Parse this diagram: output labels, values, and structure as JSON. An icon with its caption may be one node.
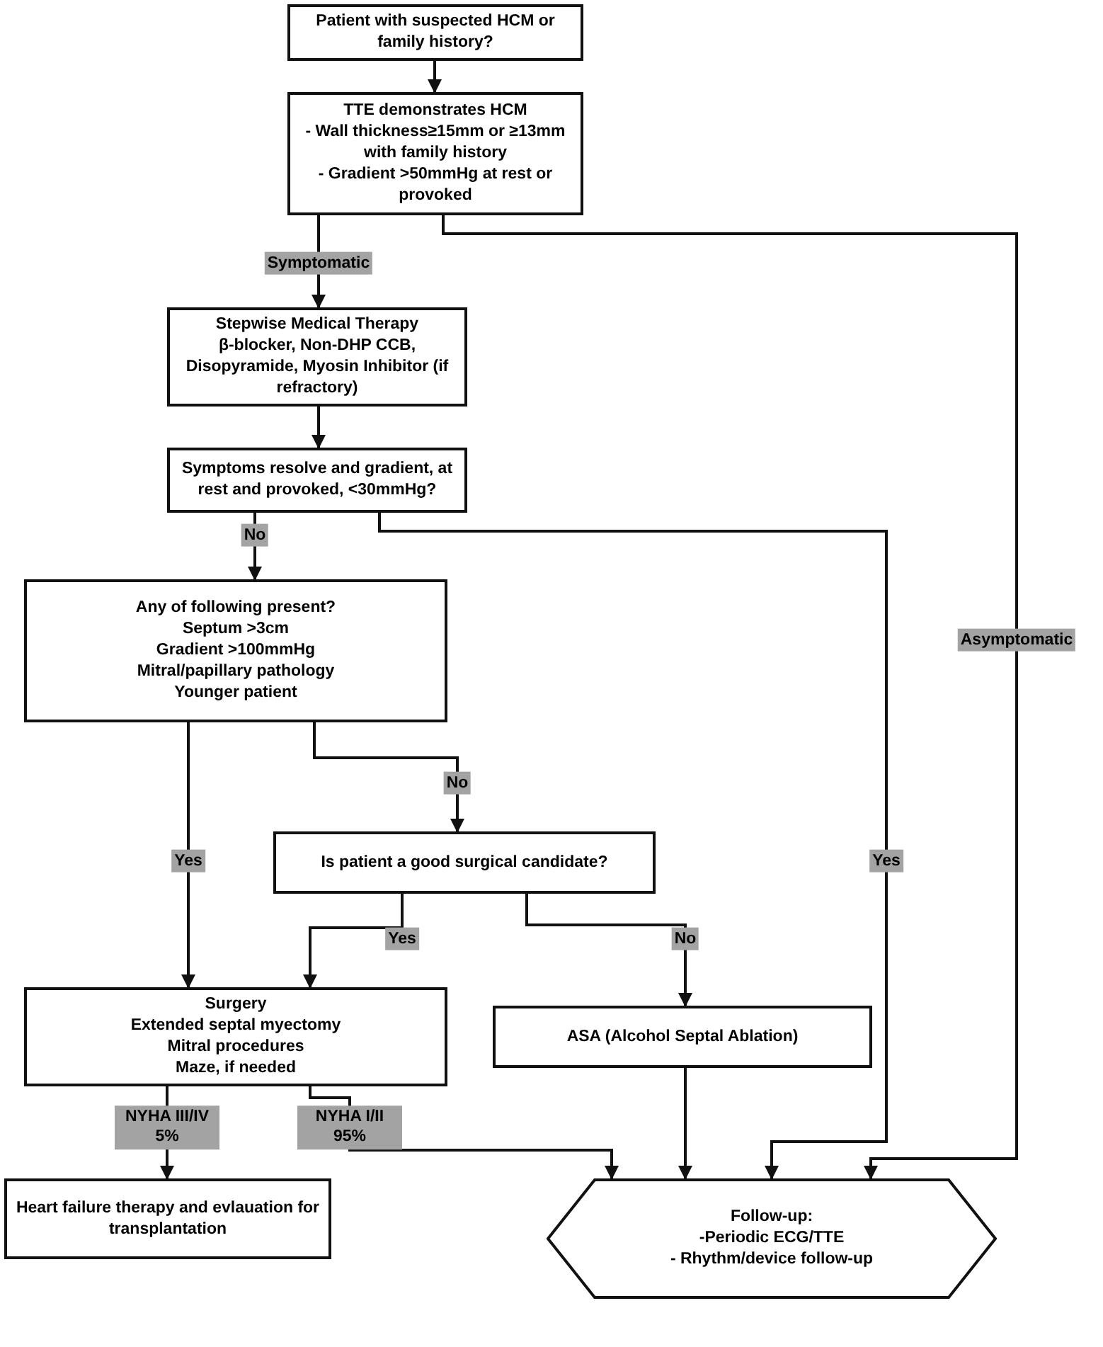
{
  "diagram": {
    "nodes": [
      {
        "text": [
          "Patient with suspected HCM or family history?"
        ]
      },
      {
        "text": [
          "TTE demonstrates HCM",
          "- Wall thickness≥15mm or ≥13mm with family history",
          "- Gradient >50mmHg at rest or provoked"
        ]
      },
      {
        "text": [
          "Stepwise Medical Therapy",
          "β-blocker, Non-DHP CCB, Disopyramide, Myosin Inhibitor (if refractory)"
        ]
      },
      {
        "text": [
          "Symptoms resolve and gradient, at rest and provoked, <30mmHg?"
        ]
      },
      {
        "text": [
          "Any of following present?",
          "Septum >3cm",
          "Gradient >100mmHg",
          "Mitral/papillary pathology",
          "Younger patient"
        ]
      },
      {
        "text": [
          "Is patient a good surgical candidate?"
        ]
      },
      {
        "text": [
          "Surgery",
          "Extended septal myectomy",
          "Mitral procedures",
          "Maze, if needed"
        ]
      },
      {
        "text": [
          "ASA (Alcohol Septal Ablation)"
        ]
      },
      {
        "text": [
          "Heart failure therapy and evlauation for transplantation"
        ]
      },
      {
        "text": [
          "Follow-up:",
          "-Periodic ECG/TTE",
          "- Rhythm/device follow-up"
        ]
      }
    ],
    "edges": [
      {
        "from": 0,
        "to": 1,
        "arrow": "to"
      },
      {
        "from": 1,
        "to": 2,
        "arrow": "to",
        "label": "Symptomatic"
      },
      {
        "from": 1,
        "to": 9,
        "arrow": "to",
        "label": "Asymptomatic"
      },
      {
        "from": 2,
        "to": 3,
        "arrow": "to"
      },
      {
        "from": 3,
        "to": 4,
        "arrow": "to",
        "label": "No"
      },
      {
        "from": 3,
        "to": 9,
        "arrow": "to",
        "label": "Yes"
      },
      {
        "from": 4,
        "to": 6,
        "arrow": "to",
        "label": "Yes"
      },
      {
        "from": 4,
        "to": 5,
        "arrow": "to",
        "label": "No"
      },
      {
        "from": 5,
        "to": 6,
        "arrow": "to",
        "label": "Yes"
      },
      {
        "from": 5,
        "to": 7,
        "arrow": "to",
        "label": "No"
      },
      {
        "from": 6,
        "to": 8,
        "arrow": "to",
        "label": "NYHA III/IV 5%"
      },
      {
        "from": 6,
        "to": 9,
        "arrow": "to",
        "label": "NYHA I/II 95%"
      },
      {
        "from": 7,
        "to": 9,
        "arrow": "to"
      }
    ]
  }
}
